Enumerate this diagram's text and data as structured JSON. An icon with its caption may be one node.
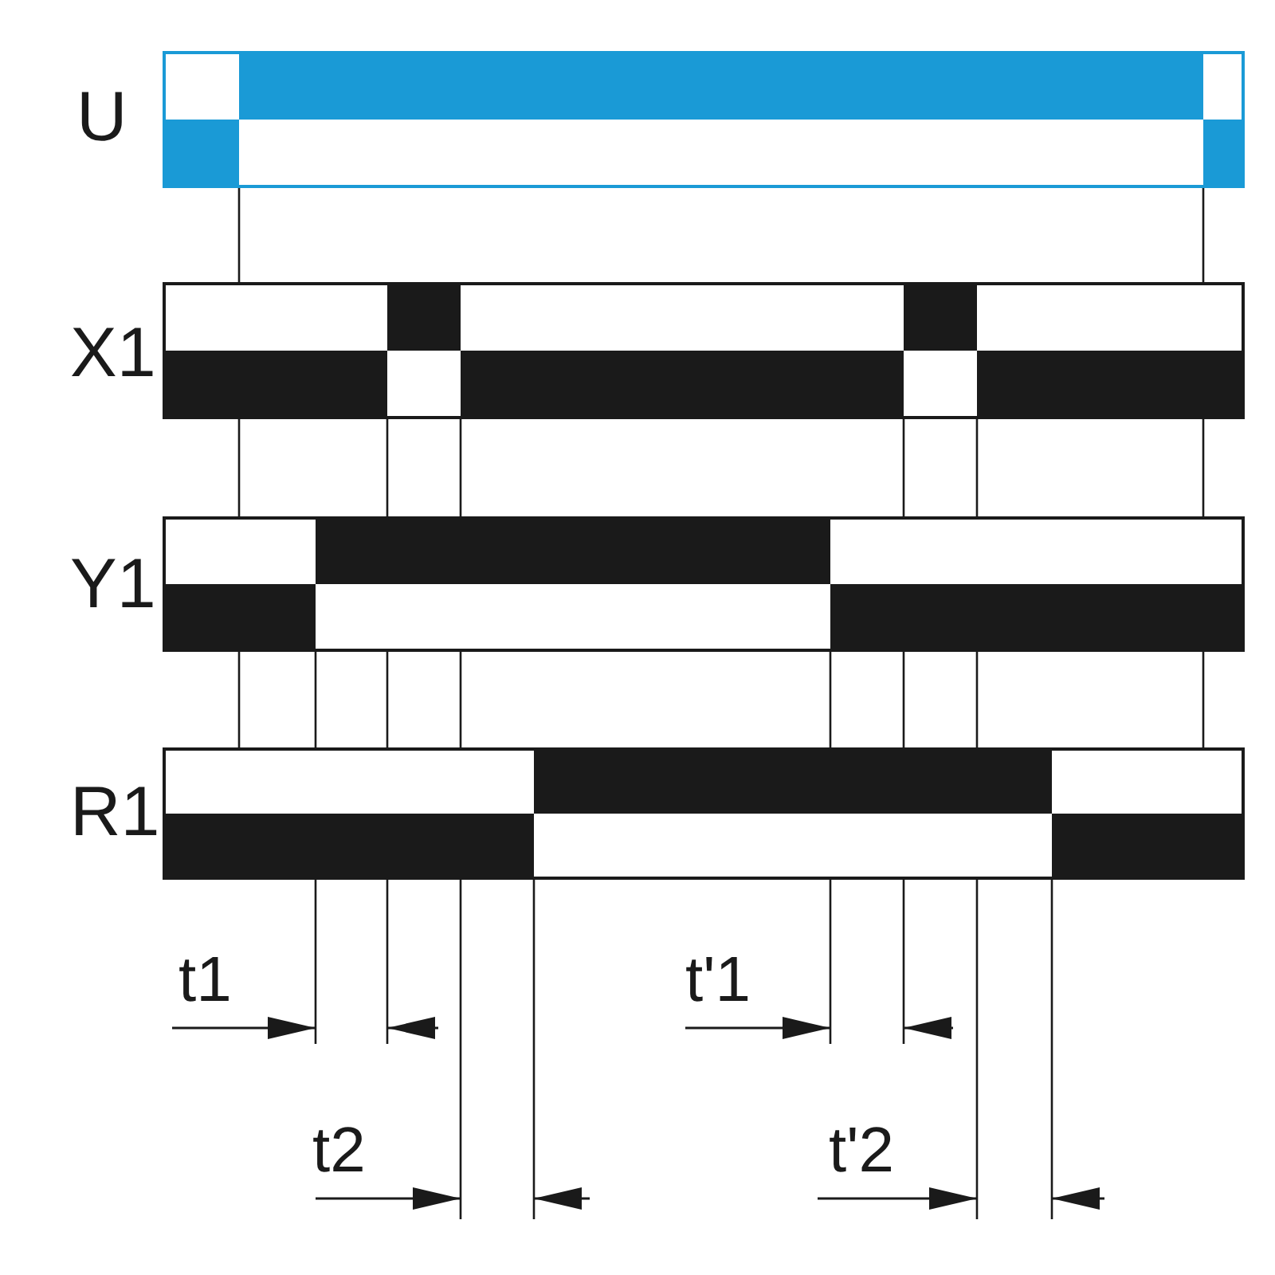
{
  "diagram": {
    "labels": [
      "U",
      "X1",
      "Y1",
      "R1",
      "t1",
      "t'1",
      "t2",
      "t'2"
    ]
  }
}
